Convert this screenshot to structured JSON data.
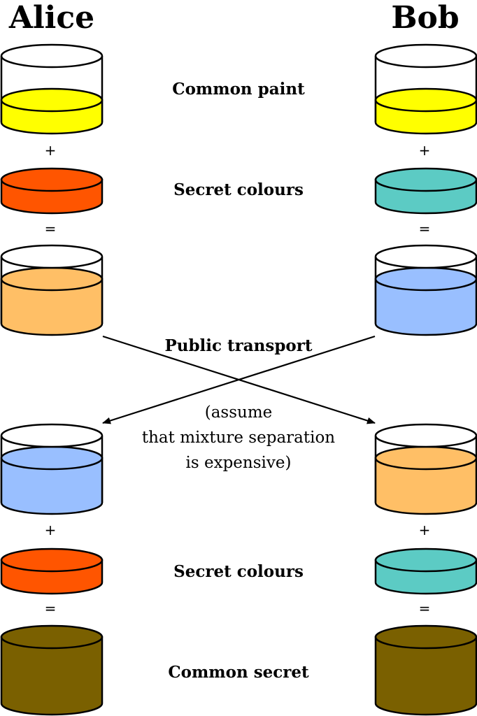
{
  "parties": {
    "left": "Alice",
    "right": "Bob"
  },
  "labels": {
    "common_paint": "Common paint",
    "secret_colours_top": "Secret colours",
    "public_transport": "Public transport",
    "note_line1": "(assume",
    "note_line2": "that mixture separation",
    "note_line3": "is expensive)",
    "secret_colours_bottom": "Secret colours",
    "common_secret": "Common secret"
  },
  "operators": {
    "plus": "+",
    "equals": "="
  },
  "colors": {
    "common_paint": "#ffff00",
    "alice_secret": "#ff5500",
    "bob_secret": "#5ccbc4",
    "alice_mixture": "#ffbf66",
    "bob_mixture": "#99bfff",
    "common_secret": "#7a6000"
  }
}
